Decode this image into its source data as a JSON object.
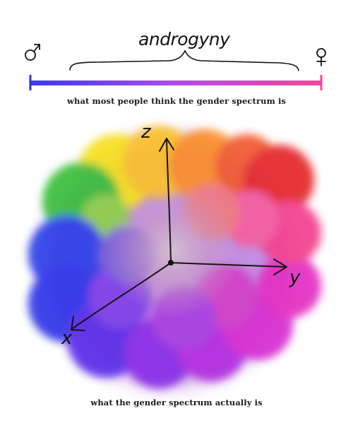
{
  "top": {
    "left_symbol": "♂",
    "right_symbol": "♀",
    "brace_label": "androgyny",
    "caption": "what most people think the gender spectrum is",
    "gradient_colors": [
      "#3a3af0",
      "#b04ce6",
      "#f0489a"
    ]
  },
  "bottom": {
    "axis_labels": {
      "z": "z",
      "y": "y",
      "x": "x"
    },
    "caption": "what the gender spectrum actually is",
    "blob_colors": {
      "yellow": "#f5e21c",
      "orange": "#fb8f2a",
      "red": "#e4252b",
      "green": "#3bbf3a",
      "blue": "#2f35e8",
      "purple": "#8a2ee6",
      "magenta": "#e32fc3",
      "pink": "#f33f8f",
      "center": "#c9b6c9"
    }
  }
}
